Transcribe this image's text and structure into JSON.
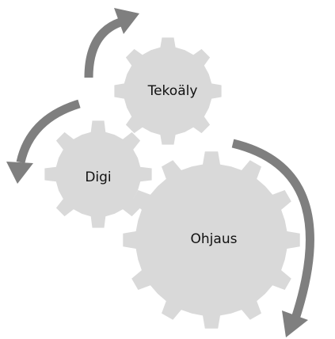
{
  "gears": [
    {
      "id": "tekoaly",
      "label": "Tekoäly"
    },
    {
      "id": "digi",
      "label": "Digi"
    },
    {
      "id": "ohjaus",
      "label": "Ohjaus"
    }
  ],
  "colors": {
    "gear": "#d9d9d9",
    "arrow": "#7f7f7f",
    "text": "#111111"
  }
}
